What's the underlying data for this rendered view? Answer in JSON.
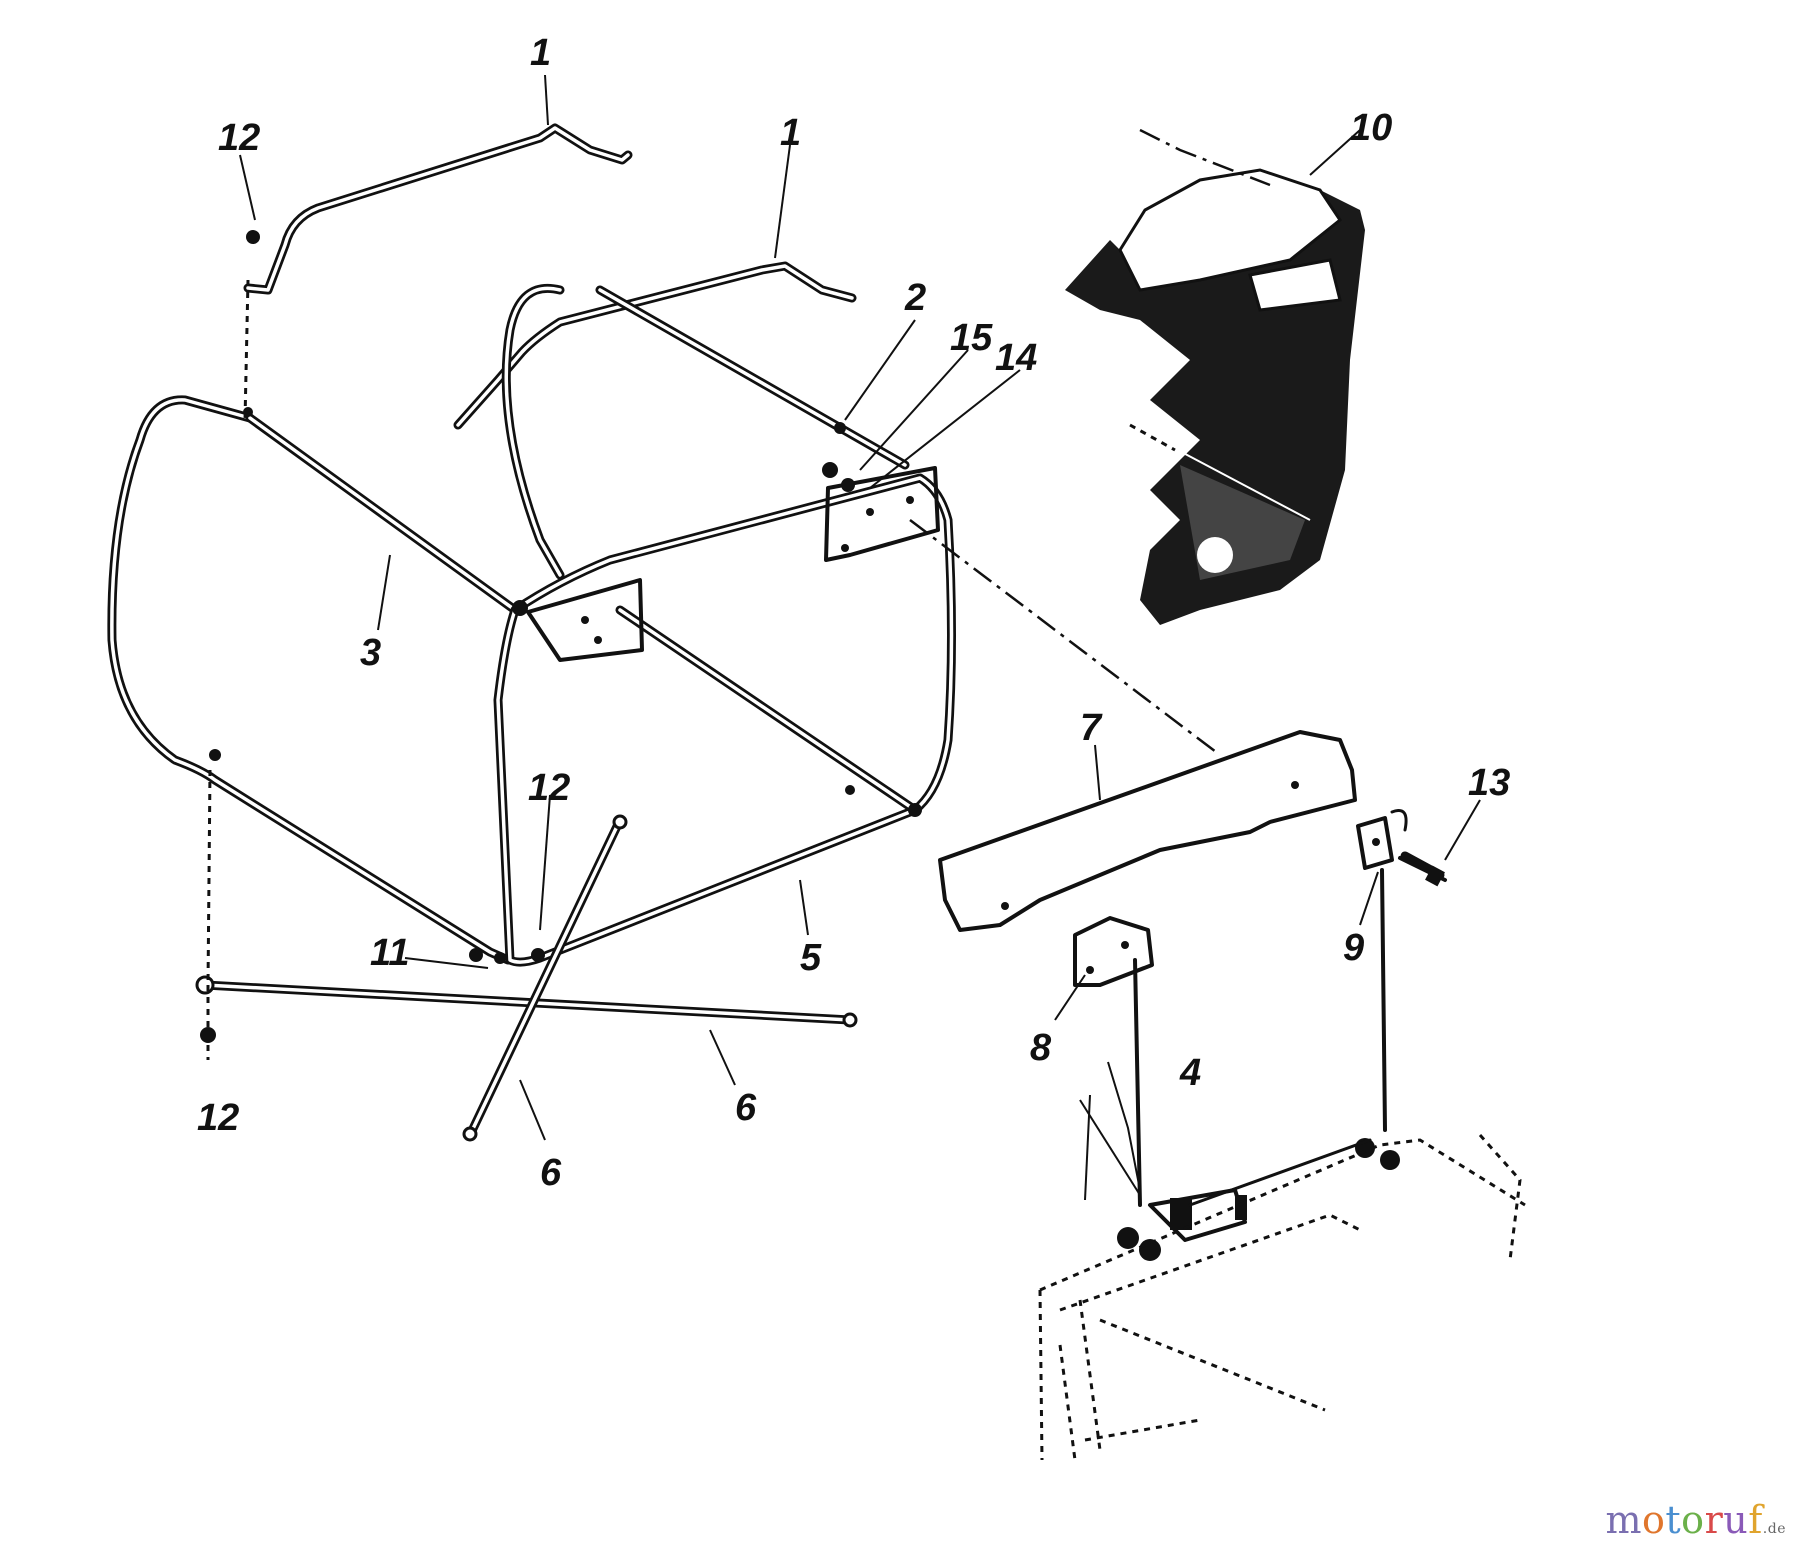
{
  "callouts": {
    "c1a": "1",
    "c1b": "1",
    "c2": "2",
    "c3": "3",
    "c4": "4",
    "c5": "5",
    "c6a": "6",
    "c6b": "6",
    "c7": "7",
    "c8": "8",
    "c9": "9",
    "c10": "10",
    "c11": "11",
    "c12a": "12",
    "c12b": "12",
    "c12c": "12",
    "c13": "13",
    "c14": "14",
    "c15": "15"
  },
  "watermark": {
    "letters": [
      "m",
      "o",
      "t",
      "o",
      "r",
      "u",
      "f"
    ],
    "colors": [
      "#7a6fb0",
      "#e0762d",
      "#4a8fd0",
      "#6bb04a",
      "#d94a4a",
      "#8a5ab8",
      "#e0a42d"
    ],
    "suffix": ".de"
  }
}
